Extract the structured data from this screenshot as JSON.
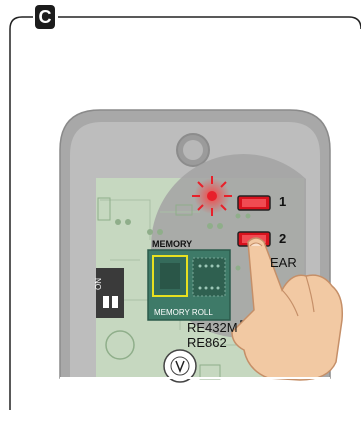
{
  "panel": {
    "badge": "C"
  },
  "pcb": {
    "memory_label": "MEMORY",
    "memory_roll_label": "MEMORY ROLL",
    "clear_label": "EAR",
    "switch_on_label": "ON",
    "model_labels": [
      "RE432M",
      "RE862"
    ],
    "button_numbers": [
      "1",
      "2"
    ]
  },
  "colors": {
    "housing": "#a9a9a9",
    "pcb": "#c6d8c0",
    "memory_roll_module": "#3e7a68",
    "memory_roll_outline": "#e8e020",
    "button_red": "#d8121d",
    "indicator_red": "#e8202a",
    "skin": "#f2c9a3"
  }
}
